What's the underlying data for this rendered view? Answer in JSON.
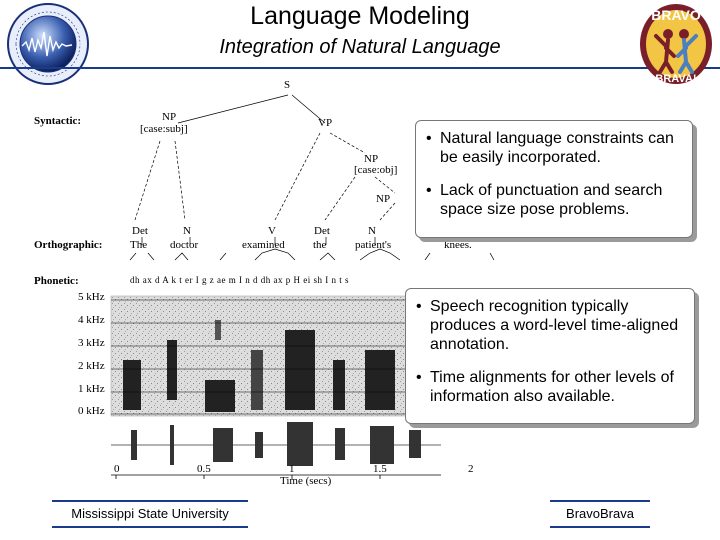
{
  "header": {
    "title": "Language Modeling",
    "subtitle": "Integration of Natural Language",
    "right_logo_top": "BRAVO",
    "right_logo_bottom": "BRAVA!"
  },
  "figure": {
    "levels": {
      "syntactic": "Syntactic:",
      "orthographic": "Orthographic:",
      "phonetic": "Phonetic:"
    },
    "tree": {
      "s": "S",
      "np": "NP",
      "np_case": "[case:subj]",
      "vp": "VP",
      "np2": "NP",
      "np2_case": "[case:obj]",
      "np3": "NP",
      "det1": "Det",
      "n1": "N",
      "v": "V",
      "det2": "Det",
      "n2": "N"
    },
    "words": [
      "The",
      "doctor",
      "examined",
      "the",
      "patient's",
      "knees."
    ],
    "phones": "dh  ax  d  A  k  t  er  I  g  z  ae  m  I  n  d  dh  ax  p  H  ei  sh  I  n  t  s",
    "freq_labels": [
      "5 kHz",
      "4 kHz",
      "3 kHz",
      "2 kHz",
      "1 kHz",
      "0 kHz"
    ],
    "time_ticks": [
      "0",
      "0.5",
      "1",
      "1.5",
      "2"
    ],
    "time_label": "Time (secs)"
  },
  "callouts": {
    "top": [
      "Natural language constraints can be easily incorporated.",
      "Lack of punctuation and search space size pose problems."
    ],
    "bottom": [
      "Speech recognition typically produces a word-level time-aligned annotation.",
      "Time alignments for other levels of information also available."
    ]
  },
  "footer": {
    "left": "Mississippi State University",
    "right": "BravoBrava"
  }
}
